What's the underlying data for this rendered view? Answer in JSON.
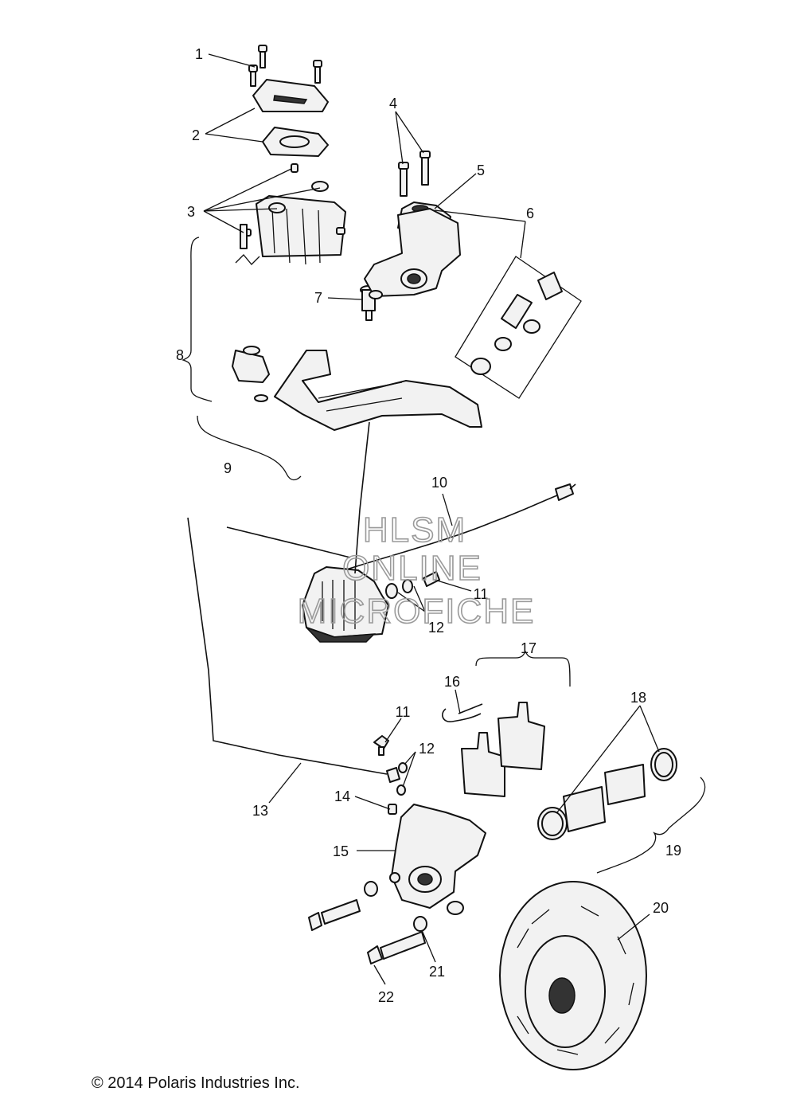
{
  "callouts": {
    "c1": "1",
    "c2": "2",
    "c3": "3",
    "c4": "4",
    "c5": "5",
    "c6": "6",
    "c7": "7",
    "c8": "8",
    "c9": "9",
    "c10": "10",
    "c11a": "11",
    "c12a": "12",
    "c11b": "11",
    "c12b": "12",
    "c13": "13",
    "c14": "14",
    "c15": "15",
    "c16": "16",
    "c17": "17",
    "c18": "18",
    "c19": "19",
    "c20": "20",
    "c21": "21",
    "c22": "22"
  },
  "watermark": {
    "line1": "HLSM",
    "line2": "ONLINE",
    "line3": "MICROFICHE"
  },
  "copyright": "© 2014 Polaris Industries Inc."
}
